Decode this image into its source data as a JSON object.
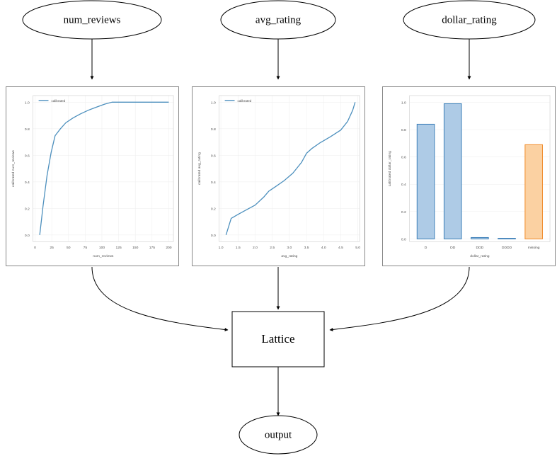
{
  "diagram": {
    "input_nodes": [
      {
        "id": "num_reviews",
        "label": "num_reviews"
      },
      {
        "id": "avg_rating",
        "label": "avg_rating"
      },
      {
        "id": "dollar_rating",
        "label": "dollar_rating"
      }
    ],
    "lattice_node": {
      "label": "Lattice"
    },
    "output_node": {
      "label": "output"
    }
  },
  "chart_data": [
    {
      "type": "line",
      "id": "num_reviews_calibrator",
      "title": "",
      "xlabel": "num_reviews",
      "ylabel": "calibrated num_reviews",
      "legend": [
        "calibrated"
      ],
      "legend_position": "upper left",
      "grid": true,
      "line_color": "#4c8fbd",
      "xlim": [
        -3,
        207
      ],
      "ylim": [
        -0.05,
        1.05
      ],
      "xticks": [
        0,
        25,
        50,
        75,
        100,
        125,
        150,
        175,
        200
      ],
      "xticklabels": [
        "0",
        "25",
        "50",
        "75",
        "100",
        "125",
        "150",
        "175",
        "200"
      ],
      "yticks": [
        0.0,
        0.2,
        0.4,
        0.6,
        0.8,
        1.0
      ],
      "yticklabels": [
        "0.0",
        "0.2",
        "0.4",
        "0.6",
        "0.8",
        "1.0"
      ],
      "series": [
        {
          "name": "calibrated",
          "x": [
            7,
            12,
            18,
            24,
            30,
            38,
            46,
            57,
            68,
            80,
            92,
            104,
            115,
            130,
            150,
            175,
            200
          ],
          "y": [
            0.0,
            0.22,
            0.45,
            0.62,
            0.748,
            0.8,
            0.845,
            0.882,
            0.912,
            0.94,
            0.963,
            0.985,
            1.0,
            1.0,
            1.0,
            1.0,
            1.0
          ]
        }
      ]
    },
    {
      "type": "line",
      "id": "avg_rating_calibrator",
      "title": "",
      "xlabel": "avg_rating",
      "ylabel": "calibrated avg_rating",
      "legend": [
        "calibrated"
      ],
      "legend_position": "upper left",
      "grid": true,
      "line_color": "#4c8fbd",
      "xlim": [
        0.95,
        5.05
      ],
      "ylim": [
        -0.05,
        1.05
      ],
      "xticks": [
        1.0,
        1.5,
        2.0,
        2.5,
        3.0,
        3.5,
        4.0,
        4.5,
        5.0
      ],
      "xticklabels": [
        "1.0",
        "1.5",
        "2.0",
        "2.5",
        "3.0",
        "3.5",
        "4.0",
        "4.5",
        "5.0"
      ],
      "yticks": [
        0.0,
        0.2,
        0.4,
        0.6,
        0.8,
        1.0
      ],
      "yticklabels": [
        "0.0",
        "0.2",
        "0.4",
        "0.6",
        "0.8",
        "1.0"
      ],
      "series": [
        {
          "name": "calibrated",
          "x": [
            1.15,
            1.3,
            1.5,
            1.75,
            2.0,
            2.25,
            2.4,
            2.6,
            2.85,
            3.1,
            3.35,
            3.5,
            3.65,
            3.9,
            4.2,
            4.5,
            4.7,
            4.85,
            4.92
          ],
          "y": [
            0.0,
            0.125,
            0.155,
            0.19,
            0.225,
            0.285,
            0.33,
            0.365,
            0.41,
            0.465,
            0.545,
            0.615,
            0.65,
            0.695,
            0.74,
            0.79,
            0.855,
            0.94,
            1.0
          ]
        }
      ]
    },
    {
      "type": "bar",
      "id": "dollar_rating_calibrator",
      "title": "",
      "xlabel": "dollar_rating",
      "ylabel": "calibrated dollar_rating",
      "grid": true,
      "categories": [
        "D",
        "DD",
        "DDD",
        "DDDD",
        "missing"
      ],
      "values": [
        0.84,
        0.99,
        0.01,
        0.0,
        0.69
      ],
      "bar_colors": [
        "#aecbe6",
        "#aecbe6",
        "#aecbe6",
        "#aecbe6",
        "#fbd1a2"
      ],
      "bar_edge_colors": [
        "#3b7fb8",
        "#3b7fb8",
        "#3b7fb8",
        "#3b7fb8",
        "#f08a28"
      ],
      "ylim": [
        -0.02,
        1.05
      ],
      "yticks": [
        0.0,
        0.2,
        0.4,
        0.6,
        0.8,
        1.0
      ],
      "yticklabels": [
        "0.0",
        "0.2",
        "0.4",
        "0.6",
        "0.8",
        "1.0"
      ]
    }
  ],
  "colors": {
    "line": "#4c8fbd",
    "bar_fill_blue": "#aecbe6",
    "bar_edge_blue": "#3b7fb8",
    "bar_fill_orange": "#fbd1a2",
    "bar_edge_orange": "#f08a28",
    "node_stroke": "#000000",
    "plot_border": "#888888"
  }
}
